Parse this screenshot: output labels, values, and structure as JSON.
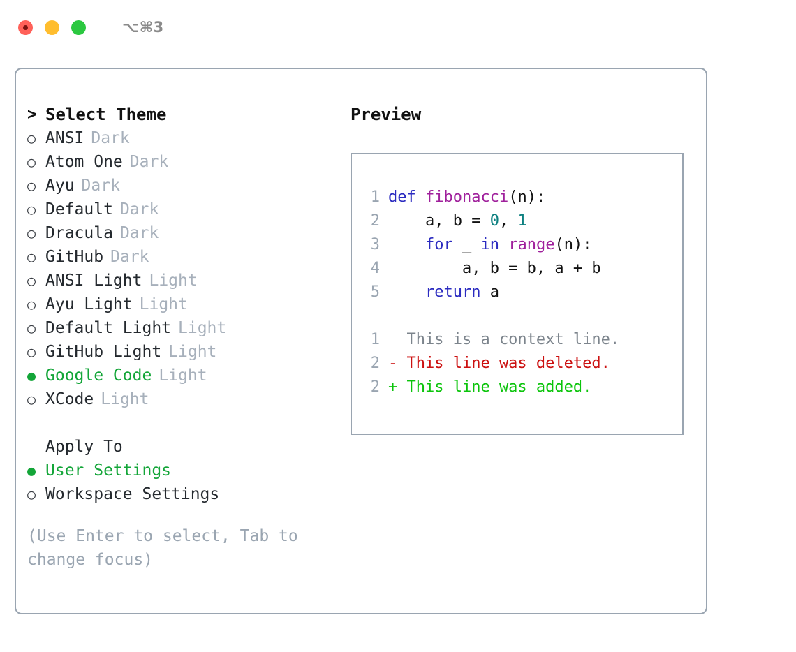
{
  "titlebar": {
    "shortcut": "⌥⌘3",
    "lights": [
      "close",
      "minimize",
      "zoom"
    ]
  },
  "theme_list": {
    "header_marker": ">",
    "header": "Select Theme",
    "marker_unselected": "○",
    "marker_selected": "●",
    "items": [
      {
        "name": "ANSI",
        "suffix": "Dark",
        "selected": false
      },
      {
        "name": "Atom One",
        "suffix": "Dark",
        "selected": false
      },
      {
        "name": "Ayu",
        "suffix": "Dark",
        "selected": false
      },
      {
        "name": "Default",
        "suffix": "Dark",
        "selected": false
      },
      {
        "name": "Dracula",
        "suffix": "Dark",
        "selected": false
      },
      {
        "name": "GitHub",
        "suffix": "Dark",
        "selected": false
      },
      {
        "name": "ANSI Light",
        "suffix": "Light",
        "selected": false
      },
      {
        "name": "Ayu Light",
        "suffix": "Light",
        "selected": false
      },
      {
        "name": "Default Light",
        "suffix": "Light",
        "selected": false
      },
      {
        "name": "GitHub Light",
        "suffix": "Light",
        "selected": false
      },
      {
        "name": "Google Code",
        "suffix": "Light",
        "selected": true
      },
      {
        "name": "XCode",
        "suffix": "Light",
        "selected": false
      }
    ]
  },
  "apply_to": {
    "header": "Apply To",
    "items": [
      {
        "name": "User Settings",
        "selected": true
      },
      {
        "name": "Workspace Settings",
        "selected": false
      }
    ]
  },
  "hint": "(Use Enter to select, Tab to change focus)",
  "preview": {
    "title": "Preview",
    "code_lines": [
      {
        "num": "1",
        "tokens": [
          {
            "t": "def ",
            "c": "kw"
          },
          {
            "t": "fibonacci",
            "c": "fn"
          },
          {
            "t": "(n):",
            "c": "pl"
          }
        ]
      },
      {
        "num": "2",
        "tokens": [
          {
            "t": "    a, b = ",
            "c": "pl"
          },
          {
            "t": "0",
            "c": "num"
          },
          {
            "t": ", ",
            "c": "pl"
          },
          {
            "t": "1",
            "c": "num"
          }
        ]
      },
      {
        "num": "3",
        "tokens": [
          {
            "t": "    ",
            "c": "pl"
          },
          {
            "t": "for",
            "c": "kw"
          },
          {
            "t": " _ ",
            "c": "pl"
          },
          {
            "t": "in",
            "c": "kw"
          },
          {
            "t": " ",
            "c": "pl"
          },
          {
            "t": "range",
            "c": "fn"
          },
          {
            "t": "(n):",
            "c": "pl"
          }
        ]
      },
      {
        "num": "4",
        "tokens": [
          {
            "t": "        a, b = b, a + b",
            "c": "pl"
          }
        ]
      },
      {
        "num": "5",
        "tokens": [
          {
            "t": "    ",
            "c": "pl"
          },
          {
            "t": "return",
            "c": "kw"
          },
          {
            "t": " a",
            "c": "pl"
          }
        ]
      }
    ],
    "diff_lines": [
      {
        "num": "1",
        "text": "  This is a context line.",
        "kind": "ctx"
      },
      {
        "num": "2",
        "text": "- This line was deleted.",
        "kind": "del"
      },
      {
        "num": "2",
        "text": "+ This line was added.",
        "kind": "add"
      }
    ]
  },
  "colors": {
    "accent_green": "#13a538",
    "border": "#9aa5b1",
    "muted": "#a7b0bb",
    "keyword": "#2b2bc0",
    "function": "#a0219c",
    "number": "#0d8080",
    "diff_add": "#0bc40b",
    "diff_del": "#cc1111",
    "diff_ctx": "#7c848c"
  }
}
